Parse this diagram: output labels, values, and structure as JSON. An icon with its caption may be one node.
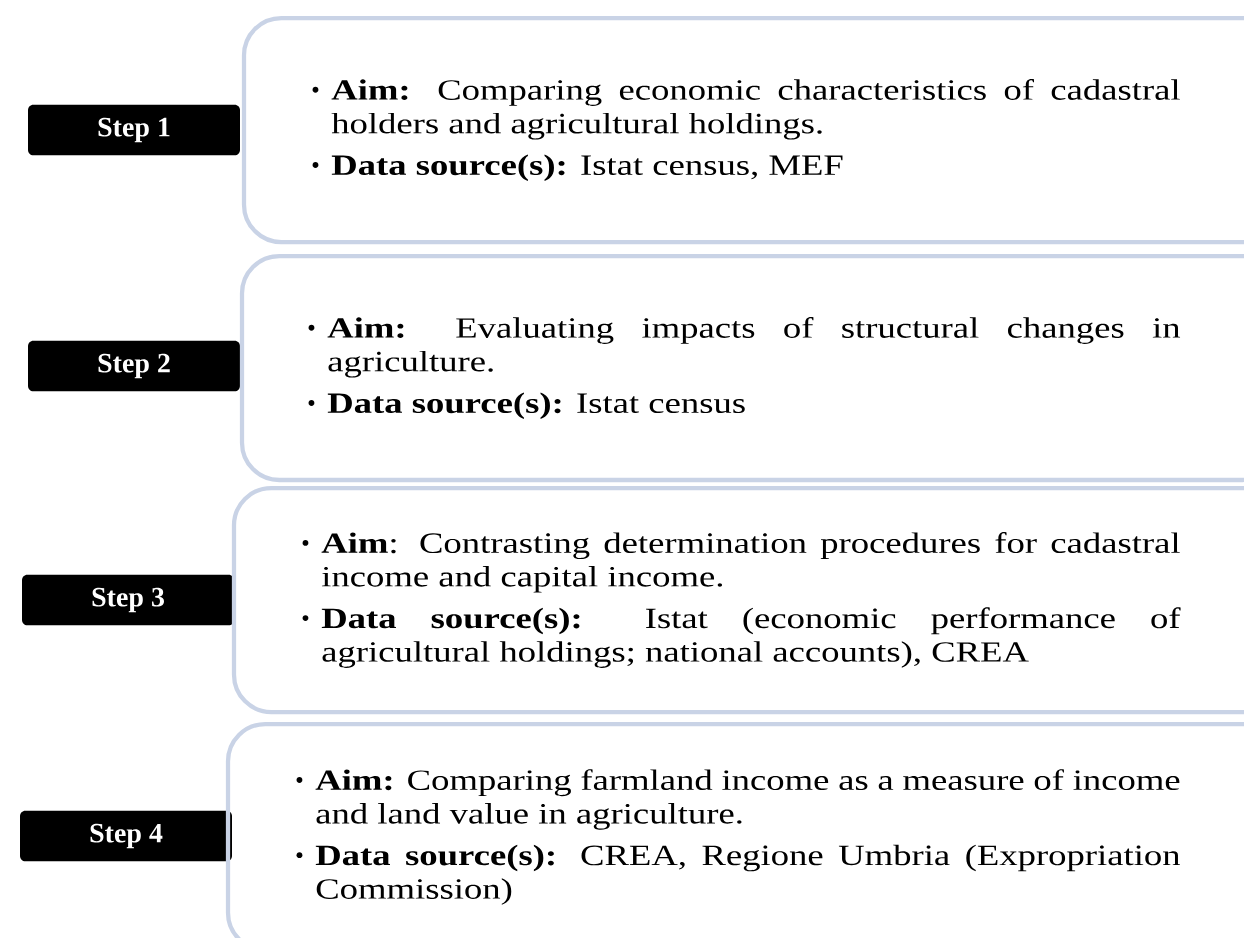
{
  "diagram": {
    "nodes": [
      {
        "text": [
          "Step 1"
        ]
      },
      {
        "text": [
          "**Aim:** Comparing economic characteristics of cadastral holders and agricultural holdings.",
          "**Data source(s):** Istat census, MEF"
        ]
      },
      {
        "text": [
          "Step 2"
        ]
      },
      {
        "text": [
          "**Aim:** Evaluating impacts of structural changes in agriculture.",
          "**Data source(s):** Istat census"
        ]
      },
      {
        "text": [
          "Step 3"
        ]
      },
      {
        "text": [
          "**Aim**: Contrasting determination procedures for cadastral income and capital income.",
          "**Data source(s):** Istat (economic performance of agricultural holdings; national accounts), CREA"
        ]
      },
      {
        "text": [
          "Step 4"
        ]
      },
      {
        "text": [
          "**Aim:** Comparing farmland income as a measure of income and land value in agriculture.",
          "**Data source(s):** CREA, Regione Umbria (Expropriation Commission)"
        ]
      }
    ]
  }
}
